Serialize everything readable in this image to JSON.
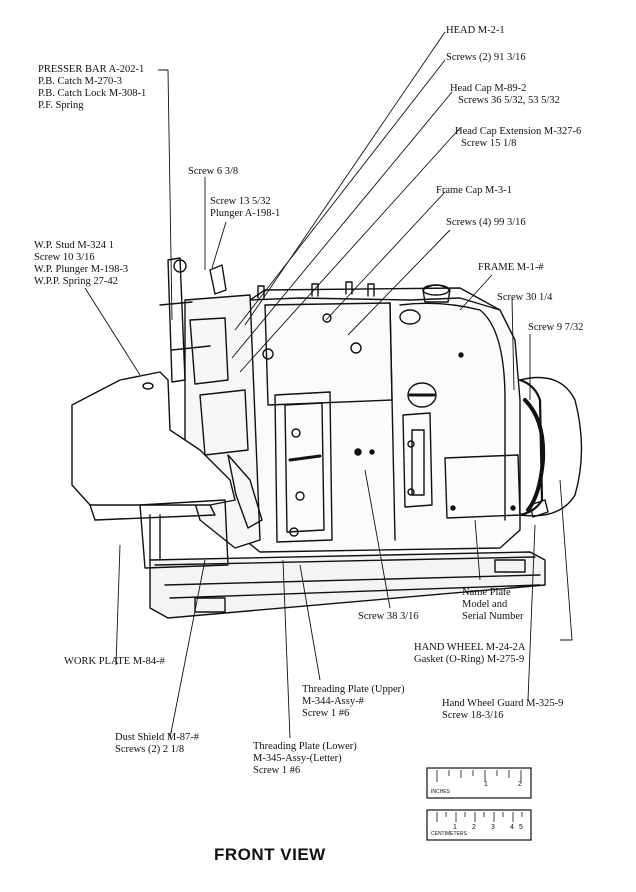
{
  "title": "FRONT VIEW",
  "labels": {
    "head": [
      "HEAD M-2-1"
    ],
    "head_screws": [
      "Screws (2) 91 3/16"
    ],
    "head_cap": [
      "Head Cap M-89-2",
      "Screws 36 5/32, 53 5/32"
    ],
    "head_cap_ext": [
      "Head Cap Extension M-327-6",
      "Screw 15 1/8"
    ],
    "presser_bar": [
      "PRESSER BAR A-202-1",
      "P.B. Catch M-270-3",
      "P.B. Catch Lock M-308-1",
      "P.F. Spring"
    ],
    "screw_6": [
      "Screw 6 3/8"
    ],
    "screw_13": [
      "Screw 13 5/32",
      "Plunger A-198-1"
    ],
    "frame_cap": [
      "Frame Cap M-3-1"
    ],
    "frame_cap_screws": [
      "Screws (4) 99 3/16"
    ],
    "wp_stud": [
      "W.P. Stud M-324 1",
      "Screw 10 3/16",
      "W.P. Plunger M-198-3",
      "W.P.P. Spring 27-42"
    ],
    "frame": [
      "FRAME M-1-#"
    ],
    "screw_30": [
      "Screw 30 1/4"
    ],
    "screw_9": [
      "Screw 9 7/32"
    ],
    "name_plate": [
      "Name Plate",
      "Model and",
      "Serial Number"
    ],
    "screw_38": [
      "Screw 38 3/16"
    ],
    "hand_wheel": [
      "HAND WHEEL M-24-2A",
      "Gasket (O-Ring) M-275-9"
    ],
    "work_plate": [
      "WORK PLATE M-84-#"
    ],
    "threading_upper": [
      "Threading Plate (Upper)",
      "M-344-Assy-#",
      "Screw 1 #6"
    ],
    "hand_wheel_guard": [
      "Hand Wheel Guard M-325-9",
      "Screw 18-3/16"
    ],
    "dust_shield": [
      "Dust Shield M-87-#",
      "Screws (2) 2 1/8"
    ],
    "threading_lower": [
      "Threading Plate (Lower)",
      "M-345-Assy-(Letter)",
      "Screw 1 #6"
    ]
  },
  "ruler_inches": {
    "caption": "INCHES",
    "numbers": [
      "1",
      "2"
    ]
  },
  "ruler_cm": {
    "caption": "CENTIMETERS",
    "numbers": [
      "1",
      "2",
      "3",
      "4",
      "5"
    ]
  }
}
